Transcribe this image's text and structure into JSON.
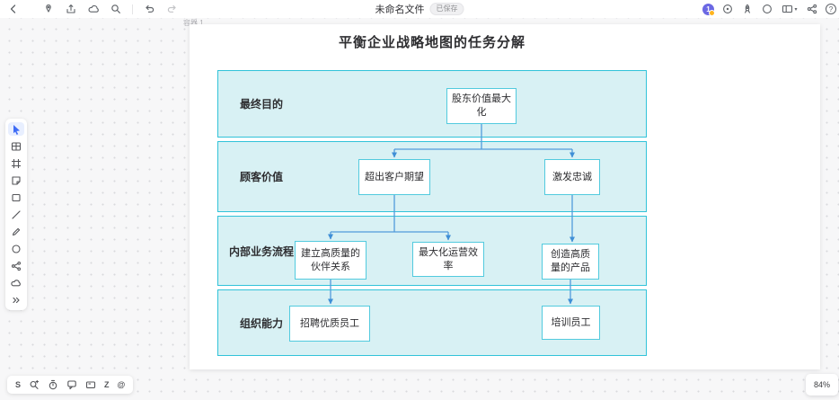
{
  "top_bar": {
    "file_name": "未命名文件",
    "status_badge": "已保存",
    "avatar_label": "1",
    "help_glyph": "?"
  },
  "toolbars": {
    "bottom_glyphs": {
      "s": "S",
      "z": "Z",
      "at": "@"
    }
  },
  "canvas": {
    "frame_label": "容器 1",
    "zoom_level": "84%"
  },
  "diagram": {
    "title": "平衡企业战略地图的任务分解",
    "rows": [
      {
        "label": "最终目的",
        "boxes": [
          "股东价值最大化"
        ]
      },
      {
        "label": "顾客价值",
        "boxes": [
          "超出客户期望",
          "激发忠诚"
        ]
      },
      {
        "label": "内部业务流程",
        "boxes": [
          "建立高质量的伙伴关系",
          "最大化运营效率",
          "创造高质量的产品"
        ]
      },
      {
        "label": "组织能力",
        "boxes": [
          "招聘优质员工",
          "培训员工"
        ]
      }
    ],
    "connections": [
      {
        "from": "股东价值最大化",
        "to": "超出客户期望"
      },
      {
        "from": "股东价值最大化",
        "to": "激发忠诚"
      },
      {
        "from": "超出客户期望",
        "to": "建立高质量的伙伴关系"
      },
      {
        "from": "超出客户期望",
        "to": "最大化运营效率"
      },
      {
        "from": "激发忠诚",
        "to": "创造高质量的产品"
      },
      {
        "from": "建立高质量的伙伴关系",
        "to": "招聘优质员工"
      },
      {
        "from": "创造高质量的产品",
        "to": "培训员工"
      }
    ],
    "colors": {
      "band_fill": "#d8f1f4",
      "band_border": "#31c3d9",
      "box_border": "#52cade",
      "connector": "#519bdb"
    }
  }
}
